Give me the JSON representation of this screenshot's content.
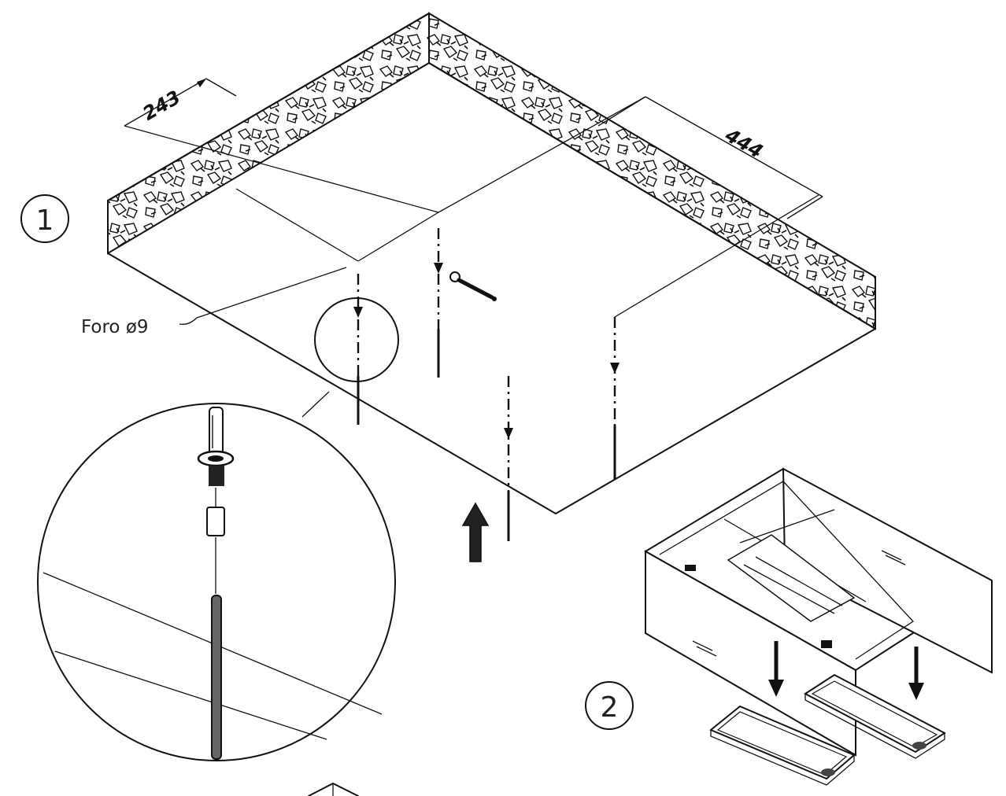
{
  "dimensions": {
    "width_label": "243",
    "depth_label": "444"
  },
  "steps": {
    "step1": "1",
    "step2": "2"
  },
  "callouts": {
    "hole_label": "Foro ø9"
  },
  "colors": {
    "line": "#111111",
    "background": "#ffffff"
  },
  "icons": {
    "arrow": "down-arrow-icon",
    "up_arrow": "up-arrow-icon",
    "wrench": "wrench-icon",
    "anchor": "wall-plug-icon"
  }
}
